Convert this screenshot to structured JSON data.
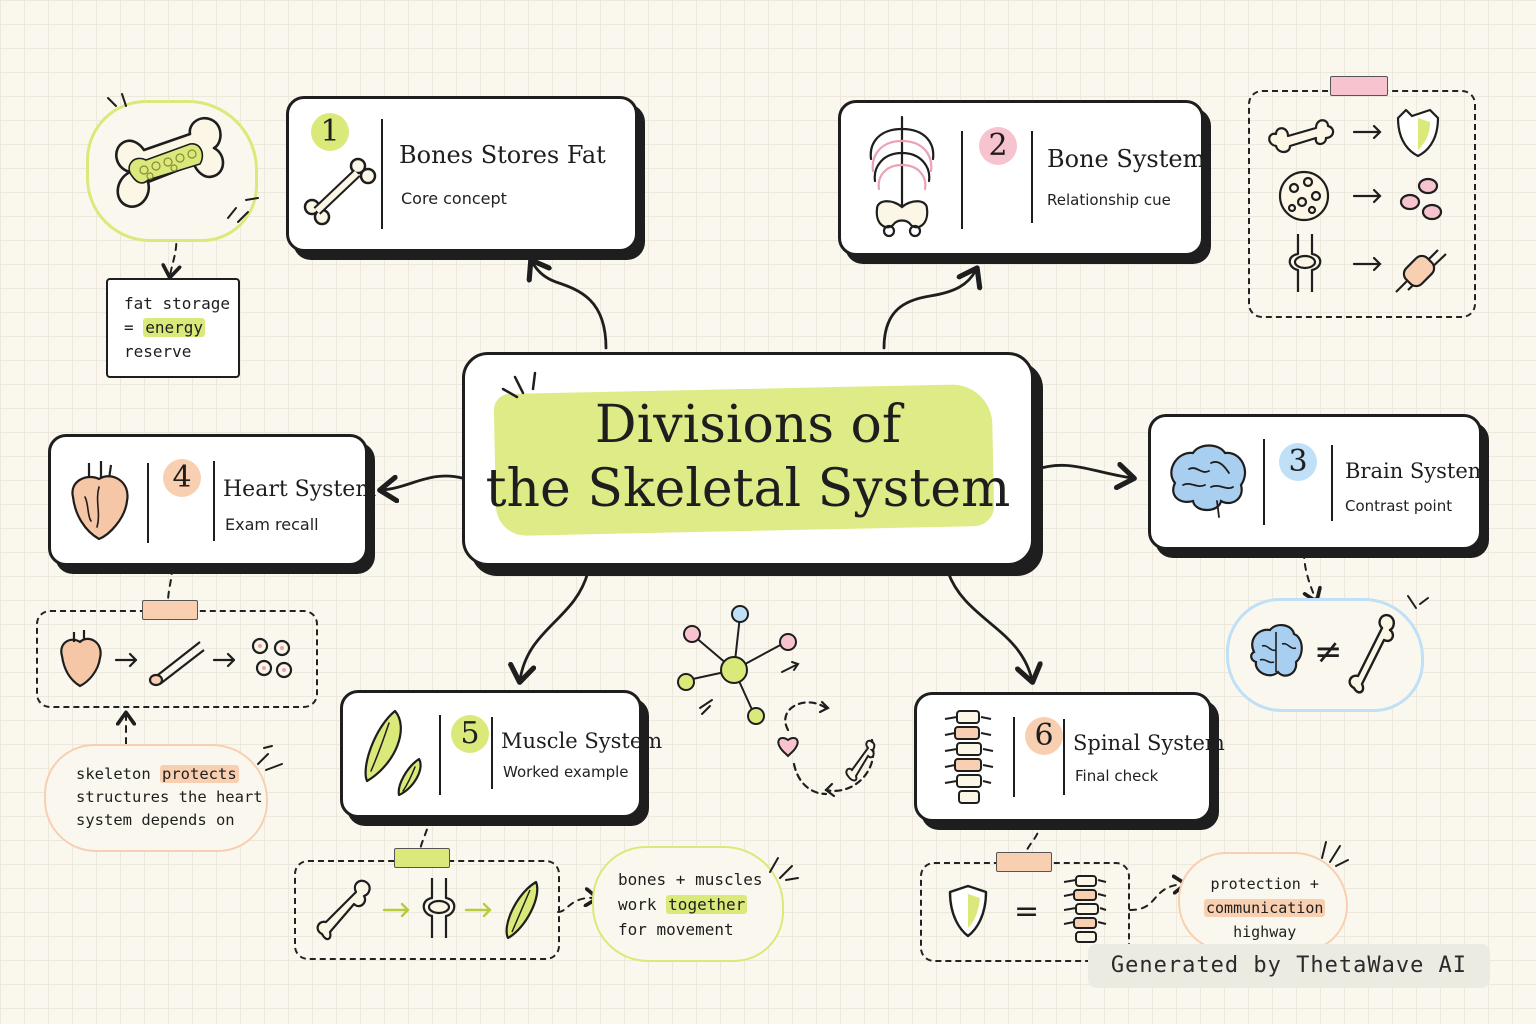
{
  "center": {
    "title_line1": "Divisions of",
    "title_line2": "the Skeletal System"
  },
  "nodes": [
    {
      "number": "1",
      "title": "Bones Stores Fat",
      "subtitle": "Core concept"
    },
    {
      "number": "2",
      "title": "Bone System",
      "subtitle": "Relationship cue"
    },
    {
      "number": "3",
      "title": "Brain System",
      "subtitle": "Contrast point"
    },
    {
      "number": "4",
      "title": "Heart System",
      "subtitle": "Exam recall"
    },
    {
      "number": "5",
      "title": "Muscle System",
      "subtitle": "Worked example"
    },
    {
      "number": "6",
      "title": "Spinal System",
      "subtitle": "Final check"
    }
  ],
  "notes": {
    "fat": {
      "line1": "fat storage",
      "line2_pre": "= ",
      "line2_hl": "energy",
      "line3": "reserve"
    },
    "heart": {
      "line1_pre": "skeleton ",
      "line1_hl": "protects",
      "line2": "structures the heart",
      "line3": "system depends on"
    },
    "muscle": {
      "line1": "bones + muscles",
      "line2_pre": "work ",
      "line2_hl": "together",
      "line3": "for movement"
    },
    "spine": {
      "line1": "protection +",
      "line2_hl": "communication",
      "line3": "highway"
    }
  },
  "symbols": {
    "not_equal": "≠",
    "equal": "="
  },
  "credit": "Generated by ThetaWave AI",
  "colors": {
    "lime": "#dbe97a",
    "pink": "#f7c3cf",
    "peach": "#f8cfb0",
    "blue": "#bfe0f6",
    "ink": "#1e1e1e"
  }
}
